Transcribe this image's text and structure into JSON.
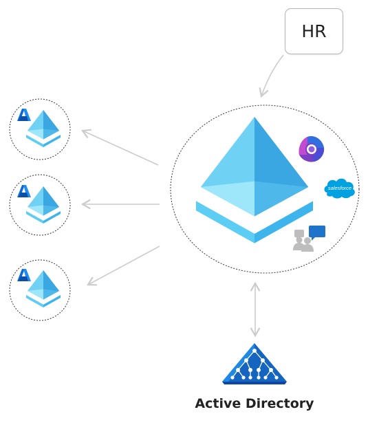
{
  "hr_box": {
    "label": "HR"
  },
  "active_directory": {
    "label": "Active Directory"
  },
  "salesforce": {
    "label": "salesforce"
  },
  "colors": {
    "entra_light": "#7fdcf7",
    "entra_mid": "#4cc2ee",
    "entra_dark": "#2e96d9",
    "entra_deep": "#1f73c9",
    "azure_blue": "#0a6ad4",
    "arrow_gray": "#cccccc",
    "circle_border": "#333333",
    "ad_blue": "#1565c0",
    "salesforce_blue": "#00a1e0"
  },
  "icons": [
    "entra-id-icon",
    "azure-icon",
    "microsoft-365-icon",
    "salesforce-icon",
    "teams-chat-icon",
    "active-directory-icon"
  ]
}
